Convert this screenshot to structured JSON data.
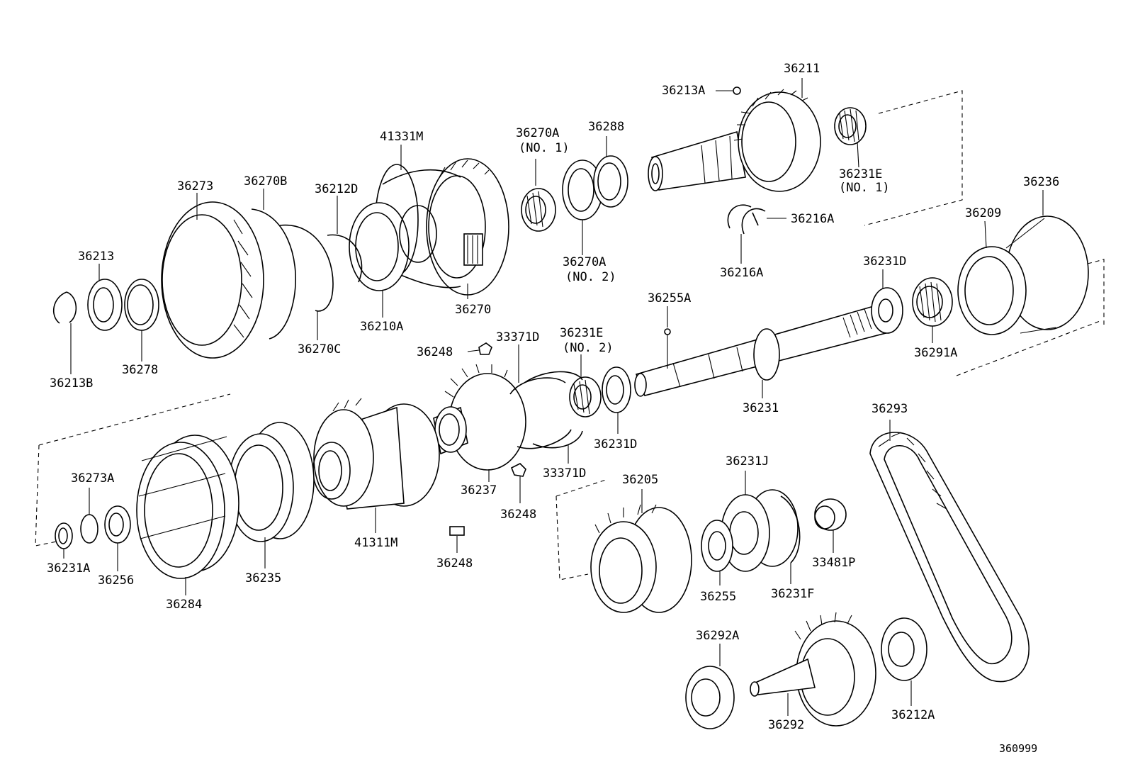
{
  "diagram": {
    "drawing_number": "360999",
    "labels": {
      "p36211": "36211",
      "p36213A": "36213A",
      "p36231E_1": "36231E",
      "p36231E_1_note": "(NO. 1)",
      "p36216A_top": "36216A",
      "p36216A_bottom": "36216A",
      "p41331M": "41331M",
      "p36270A_1": "36270A",
      "p36270A_1_note": "(NO. 1)",
      "p36288": "36288",
      "p36270A_2": "36270A",
      "p36270A_2_note": "(NO. 2)",
      "p36273": "36273",
      "p36270B": "36270B",
      "p36212D": "36212D",
      "p36213": "36213",
      "p36278": "36278",
      "p36213B": "36213B",
      "p36270C": "36270C",
      "p36210A": "36210A",
      "p36270": "36270",
      "p36236": "36236",
      "p36209": "36209",
      "p36231D_top": "36231D",
      "p36291A": "36291A",
      "p36255A": "36255A",
      "p36248_top": "36248",
      "p33371D_top": "33371D",
      "p36231E_2": "36231E",
      "p36231E_2_note": "(NO. 2)",
      "p36231D_bottom": "36231D",
      "p36231": "36231",
      "p36293": "36293",
      "p36273A": "36273A",
      "p36231A": "36231A",
      "p36256": "36256",
      "p36284": "36284",
      "p36235": "36235",
      "p41311M": "41311M",
      "p36237": "36237",
      "p36248_mid": "36248",
      "p36248_bottom": "36248",
      "p33371D_bottom": "33371D",
      "p36205": "36205",
      "p36231J": "36231J",
      "p36255": "36255",
      "p36231F": "36231F",
      "p33481P": "33481P",
      "p36292A": "36292A",
      "p36292": "36292",
      "p36212A": "36212A"
    }
  }
}
